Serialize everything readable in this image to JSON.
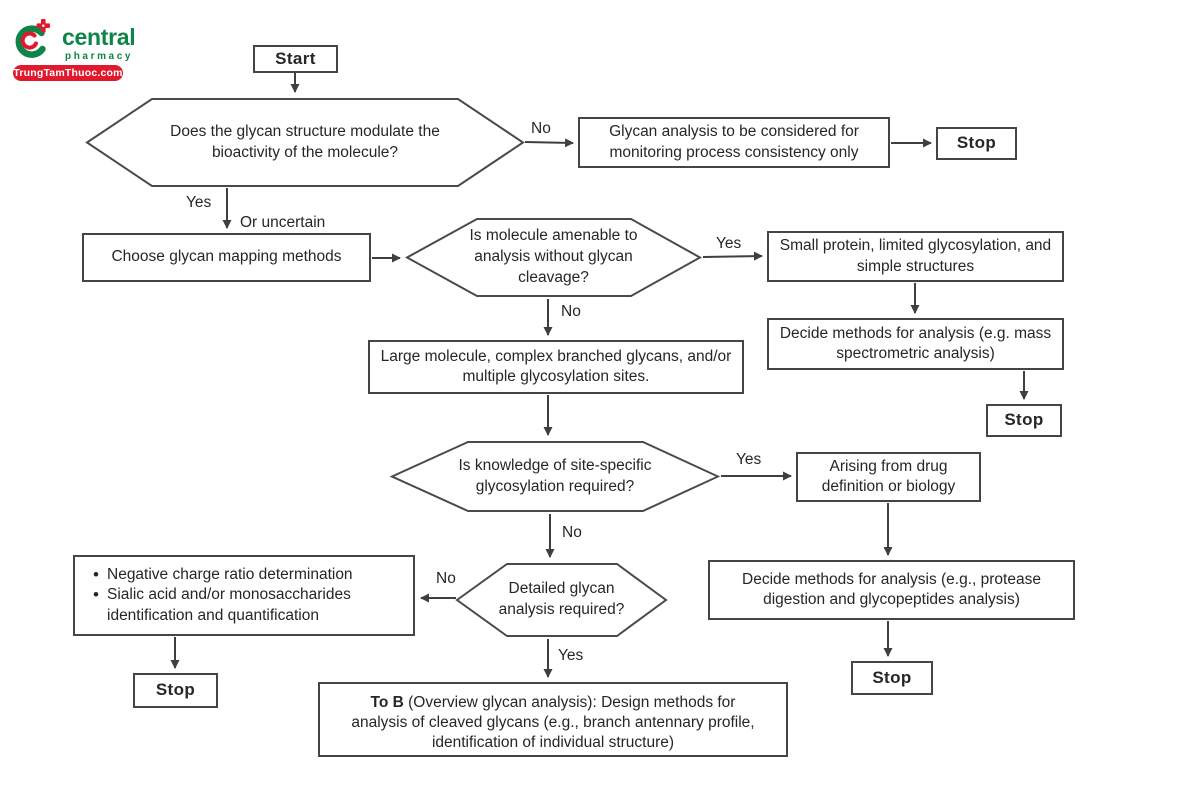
{
  "logo": {
    "brand": "central",
    "sub": "pharmacy",
    "badge": "TrungTamThuoc.com",
    "colors": {
      "green": "#0f8449",
      "red": "#e0192c"
    }
  },
  "flowchart": {
    "nodes": {
      "start": {
        "label": "Start"
      },
      "q_bioactivity": {
        "label": "Does the glycan structure modulate the bioactivity of the molecule?"
      },
      "monitoring_only": {
        "label": "Glycan analysis to be considered for monitoring process consistency only"
      },
      "stop1": {
        "label": "Stop"
      },
      "choose_mapping": {
        "label": "Choose glycan mapping methods"
      },
      "q_amenable": {
        "label": "Is molecule amenable to analysis without glycan cleavage?"
      },
      "small_protein": {
        "label": "Small protein, limited glycosylation, and simple structures"
      },
      "decide_ms": {
        "label": "Decide methods for analysis (e.g. mass spectrometric analysis)"
      },
      "stop2": {
        "label": "Stop"
      },
      "large_molecule": {
        "label": "Large molecule, complex branched glycans, and/or multiple glycosylation sites."
      },
      "q_site_specific": {
        "label": "Is knowledge of site-specific glycosylation required?"
      },
      "arising": {
        "label": "Arising from drug definition or biology"
      },
      "decide_protease": {
        "label": "Decide methods for analysis (e.g., protease digestion and glycopeptides analysis)"
      },
      "stop3": {
        "label": "Stop"
      },
      "q_detailed": {
        "label": "Detailed glycan analysis required?"
      },
      "negative_charge": {
        "items": [
          "Negative charge ratio determination",
          "Sialic acid and/or monosaccharides identification and quantification"
        ]
      },
      "stop4": {
        "label": "Stop"
      },
      "to_b": {
        "bold": "To B",
        "rest": " (Overview glycan analysis): Design methods for analysis of cleaved glycans (e.g., branch antennary profile, identification of individual structure)"
      }
    },
    "edge_labels": {
      "no1": "No",
      "yes1": "Yes",
      "uncertain": "Or uncertain",
      "yes2": "Yes",
      "no2": "No",
      "yes3": "Yes",
      "no3": "No",
      "no4": "No",
      "yes4": "Yes"
    }
  }
}
